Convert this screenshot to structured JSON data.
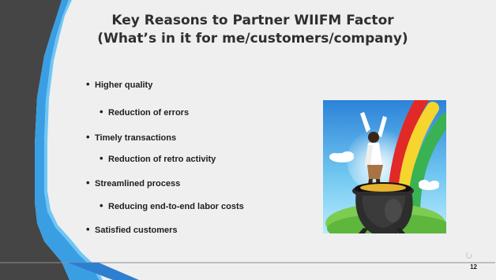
{
  "slide": {
    "title_line_1": "Key Reasons to Partner WIIFM Factor",
    "title_line_2": "(What’s in it for me/customers/company)",
    "bullets": [
      {
        "level": 1,
        "text": "Higher quality"
      },
      {
        "level": 2,
        "text": "Reduction of errors"
      },
      {
        "level": 1,
        "text": "Timely transactions"
      },
      {
        "level": 2,
        "text": "Reduction of retro activity"
      },
      {
        "level": 1,
        "text": "Streamlined process"
      },
      {
        "level": 2,
        "text": "Reducing end-to-end labor costs"
      },
      {
        "level": 1,
        "text": "Satisfied customers"
      }
    ],
    "slide_number": "12"
  },
  "picture": {
    "subject": "pot-of-gold-rainbow-icon"
  },
  "colors": {
    "accent_blue": "#3a9ee3",
    "dark_band": "#404040",
    "background": "#efefef"
  }
}
